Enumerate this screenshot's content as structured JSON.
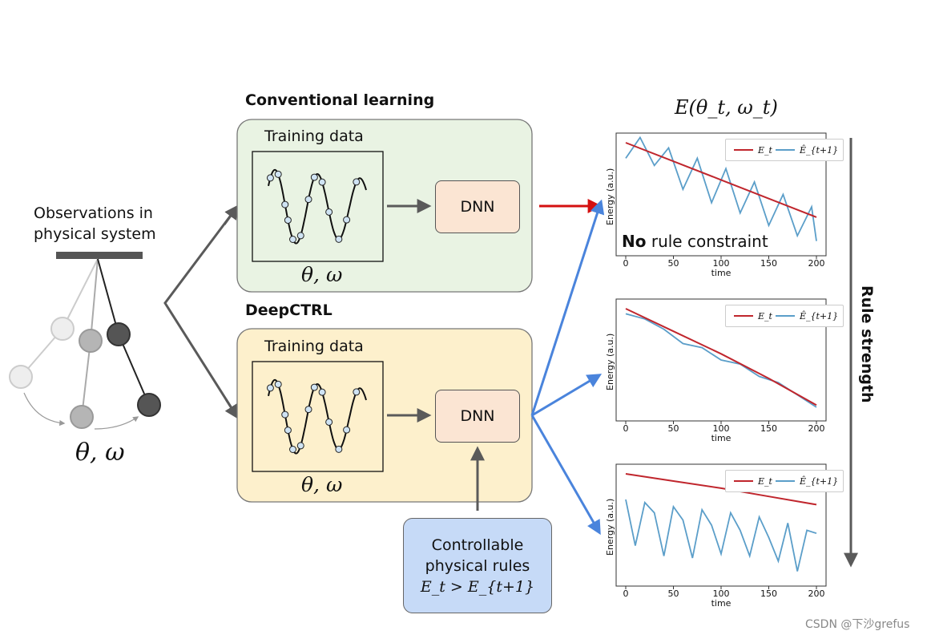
{
  "left": {
    "observations_title_line1": "Observations in",
    "observations_title_line2": "physical system",
    "state_label": "θ, ω"
  },
  "conventional": {
    "title": "Conventional learning",
    "training_label": "Training data",
    "state_label": "θ, ω",
    "dnn_label": "DNN"
  },
  "deepctrl": {
    "title": "DeepCTRL",
    "training_label": "Training data",
    "state_label": "θ, ω",
    "dnn_label": "DNN"
  },
  "rules_box": {
    "line1": "Controllable",
    "line2": "physical rules",
    "formula": "E_t > E_{t+1}"
  },
  "right": {
    "energy_header": "E(θ_t, ω_t)",
    "rule_strength_label": "Rule strength",
    "no_constraint_bold": "No",
    "no_constraint_rest": "rule constraint"
  },
  "watermark": "CSDN @下沙grefus",
  "colors": {
    "conventional_bg": "#e9f3e3",
    "deepctrl_bg": "#fdf0cc",
    "dnn_bg": "#fbe5d3",
    "rules_bg": "#c6daf7",
    "red_series": "#c0262d",
    "blue_series": "#5b9ec9",
    "red_arrow": "#d41010",
    "blue_arrow": "#4a84dc",
    "gray_arrow": "#5a5a5a"
  },
  "chart_data": [
    {
      "type": "line",
      "xlabel": "time",
      "ylabel": "Energy (a.u.)",
      "xlim": [
        0,
        200
      ],
      "xticks": [
        "0",
        "50",
        "100",
        "150",
        "200"
      ],
      "legend": [
        "E_t",
        "Ê_{t+1}"
      ],
      "legend_position": "top-right",
      "series": [
        {
          "name": "E_t",
          "x": [
            0,
            50,
            100,
            150,
            200
          ],
          "values": [
            1.0,
            0.82,
            0.64,
            0.46,
            0.28
          ]
        },
        {
          "name": "Ê_{t+1}",
          "x": [
            0,
            15,
            30,
            45,
            60,
            75,
            90,
            105,
            120,
            135,
            150,
            165,
            180,
            195,
            200
          ],
          "values": [
            0.85,
            1.05,
            0.78,
            0.95,
            0.55,
            0.85,
            0.42,
            0.75,
            0.32,
            0.62,
            0.2,
            0.5,
            0.1,
            0.38,
            0.05
          ]
        }
      ]
    },
    {
      "type": "line",
      "xlabel": "time",
      "ylabel": "Energy (a.u.)",
      "xlim": [
        0,
        200
      ],
      "xticks": [
        "0",
        "50",
        "100",
        "150",
        "200"
      ],
      "legend": [
        "E_t",
        "Ê_{t+1}"
      ],
      "legend_position": "top-right",
      "series": [
        {
          "name": "E_t",
          "x": [
            0,
            50,
            100,
            150,
            200
          ],
          "values": [
            1.0,
            0.78,
            0.56,
            0.32,
            0.06
          ]
        },
        {
          "name": "Ê_{t+1}",
          "x": [
            0,
            20,
            40,
            60,
            80,
            100,
            120,
            140,
            160,
            180,
            200
          ],
          "values": [
            0.95,
            0.9,
            0.8,
            0.66,
            0.62,
            0.5,
            0.46,
            0.34,
            0.28,
            0.16,
            0.04
          ]
        }
      ]
    },
    {
      "type": "line",
      "xlabel": "time",
      "ylabel": "Energy (a.u.)",
      "xlim": [
        0,
        200
      ],
      "xticks": [
        "0",
        "50",
        "100",
        "150",
        "200"
      ],
      "legend": [
        "E_t",
        "Ê_{t+1}"
      ],
      "legend_position": "top-right",
      "series": [
        {
          "name": "E_t",
          "x": [
            0,
            50,
            100,
            150,
            200
          ],
          "values": [
            1.0,
            0.93,
            0.86,
            0.78,
            0.7
          ]
        },
        {
          "name": "Ê_{t+1}",
          "x": [
            0,
            10,
            20,
            30,
            40,
            50,
            60,
            70,
            80,
            90,
            100,
            110,
            120,
            130,
            140,
            150,
            160,
            170,
            180,
            190,
            200
          ],
          "values": [
            0.75,
            0.3,
            0.72,
            0.62,
            0.2,
            0.68,
            0.55,
            0.18,
            0.65,
            0.5,
            0.22,
            0.62,
            0.45,
            0.2,
            0.58,
            0.38,
            0.15,
            0.52,
            0.05,
            0.45,
            0.42
          ]
        }
      ]
    }
  ]
}
